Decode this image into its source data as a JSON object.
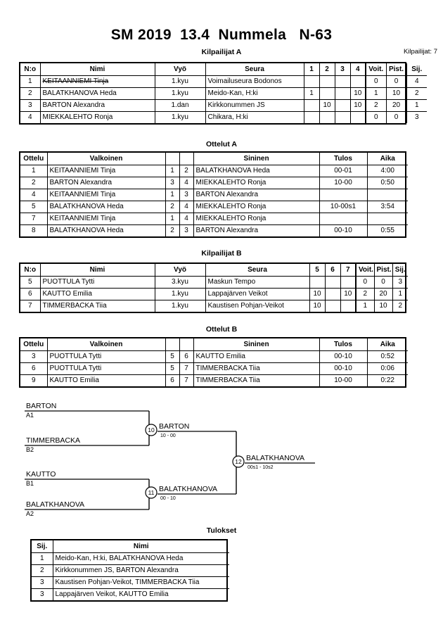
{
  "header": {
    "title": "SM 2019  13.4  Nummela   N-63",
    "entrants_label": "Kilpailijat: 7"
  },
  "sections": {
    "kilpailijat_a": "Kilpailijat A",
    "ottelut_a": "Ottelut A",
    "kilpailijat_b": "Kilpailijat B",
    "ottelut_b": "Ottelut B",
    "tulokset": "Tulokset"
  },
  "pool_a": {
    "headers": [
      "N:o",
      "Nimi",
      "Vyö",
      "Seura",
      "1",
      "2",
      "3",
      "4",
      "Voit.",
      "Pist.",
      "Sij."
    ],
    "rows": [
      {
        "no": "1",
        "name": "KEITAANNIEMI Tinja",
        "struck": true,
        "belt": "1.kyu",
        "club": "Voimailuseura Bodonos",
        "m1": "",
        "m2": "",
        "m3": "",
        "m4": "",
        "wins": "0",
        "points": "0",
        "rank": "4"
      },
      {
        "no": "2",
        "name": "BALATKHANOVA Heda",
        "struck": false,
        "belt": "1.kyu",
        "club": "Meido-Kan, H:ki",
        "m1": "1",
        "m2": "",
        "m3": "",
        "m4": "10",
        "wins": "1",
        "points": "10",
        "rank": "2"
      },
      {
        "no": "3",
        "name": "BARTON Alexandra",
        "struck": false,
        "belt": "1.dan",
        "club": "Kirkkonummen JS",
        "m1": "",
        "m2": "10",
        "m3": "",
        "m4": "10",
        "wins": "2",
        "points": "20",
        "rank": "1"
      },
      {
        "no": "4",
        "name": "MIEKKALEHTO Ronja",
        "struck": false,
        "belt": "1.kyu",
        "club": "Chikara, H:ki",
        "m1": "",
        "m2": "",
        "m3": "",
        "m4": "",
        "wins": "0",
        "points": "0",
        "rank": "3"
      }
    ]
  },
  "matches_a": {
    "headers": [
      "Ottelu",
      "Valkoinen",
      "",
      "",
      "Sininen",
      "Tulos",
      "Aika"
    ],
    "rows": [
      {
        "no": "1",
        "white": "KEITAANNIEMI Tinja",
        "wn": "1",
        "bn": "2",
        "blue": "BALATKHANOVA Heda",
        "result": "00-01",
        "time": "4:00"
      },
      {
        "no": "2",
        "white": "BARTON Alexandra",
        "wn": "3",
        "bn": "4",
        "blue": "MIEKKALEHTO Ronja",
        "result": "10-00",
        "time": "0:50"
      },
      {
        "no": "4",
        "white": "KEITAANNIEMI Tinja",
        "wn": "1",
        "bn": "3",
        "blue": "BARTON Alexandra",
        "result": "",
        "time": ""
      },
      {
        "no": "5",
        "white": "BALATKHANOVA Heda",
        "wn": "2",
        "bn": "4",
        "blue": "MIEKKALEHTO Ronja",
        "result": "10-00s1",
        "time": "3:54"
      },
      {
        "no": "7",
        "white": "KEITAANNIEMI Tinja",
        "wn": "1",
        "bn": "4",
        "blue": "MIEKKALEHTO Ronja",
        "result": "",
        "time": ""
      },
      {
        "no": "8",
        "white": "BALATKHANOVA Heda",
        "wn": "2",
        "bn": "3",
        "blue": "BARTON Alexandra",
        "result": "00-10",
        "time": "0:55"
      }
    ]
  },
  "pool_b": {
    "headers": [
      "N:o",
      "Nimi",
      "Vyö",
      "Seura",
      "5",
      "6",
      "7",
      "Voit.",
      "Pist.",
      "Sij."
    ],
    "rows": [
      {
        "no": "5",
        "name": "PUOTTULA Tytti",
        "belt": "3.kyu",
        "club": "Maskun Tempo",
        "m5": "",
        "m6": "",
        "m7": "",
        "wins": "0",
        "points": "0",
        "rank": "3"
      },
      {
        "no": "6",
        "name": "KAUTTO Emilia",
        "belt": "1.kyu",
        "club": "Lappajärven Veikot",
        "m5": "10",
        "m6": "",
        "m7": "10",
        "wins": "2",
        "points": "20",
        "rank": "1"
      },
      {
        "no": "7",
        "name": "TIMMERBACKA Tiia",
        "belt": "1.kyu",
        "club": "Kaustisen Pohjan-Veikot",
        "m5": "10",
        "m6": "",
        "m7": "",
        "wins": "1",
        "points": "10",
        "rank": "2"
      }
    ]
  },
  "matches_b": {
    "headers": [
      "Ottelu",
      "Valkoinen",
      "",
      "",
      "Sininen",
      "Tulos",
      "Aika"
    ],
    "rows": [
      {
        "no": "3",
        "white": "PUOTTULA Tytti",
        "wn": "5",
        "bn": "6",
        "blue": "KAUTTO Emilia",
        "result": "00-10",
        "time": "0:52"
      },
      {
        "no": "6",
        "white": "PUOTTULA Tytti",
        "wn": "5",
        "bn": "7",
        "blue": "TIMMERBACKA Tiia",
        "result": "00-10",
        "time": "0:06"
      },
      {
        "no": "9",
        "white": "KAUTTO Emilia",
        "wn": "6",
        "bn": "7",
        "blue": "TIMMERBACKA Tiia",
        "result": "10-00",
        "time": "0:22"
      }
    ]
  },
  "bracket": {
    "entries": [
      {
        "name": "BARTON",
        "seed": "A1"
      },
      {
        "name": "TIMMERBACKA",
        "seed": "B2"
      },
      {
        "name": "KAUTTO",
        "seed": "B1"
      },
      {
        "name": "BALATKHANOVA",
        "seed": "A2"
      }
    ],
    "semifinal_top": {
      "number": "10",
      "winner": "BARTON",
      "score": "10 - 00"
    },
    "semifinal_bottom": {
      "number": "11",
      "winner": "BALATKHANOVA",
      "score": "00 - 10"
    },
    "final": {
      "number": "12",
      "winner": "BALATKHANOVA",
      "score": "00s1 - 10s2"
    }
  },
  "results": {
    "headers": [
      "Sij.",
      "Nimi"
    ],
    "rows": [
      {
        "rank": "1",
        "name": "Meido-Kan, H:ki, BALATKHANOVA Heda"
      },
      {
        "rank": "2",
        "name": "Kirkkonummen JS, BARTON Alexandra"
      },
      {
        "rank": "3",
        "name": "Kaustisen Pohjan-Veikot, TIMMERBACKA Tiia"
      },
      {
        "rank": "3",
        "name": "Lappajärven Veikot, KAUTTO Emilia"
      }
    ]
  }
}
